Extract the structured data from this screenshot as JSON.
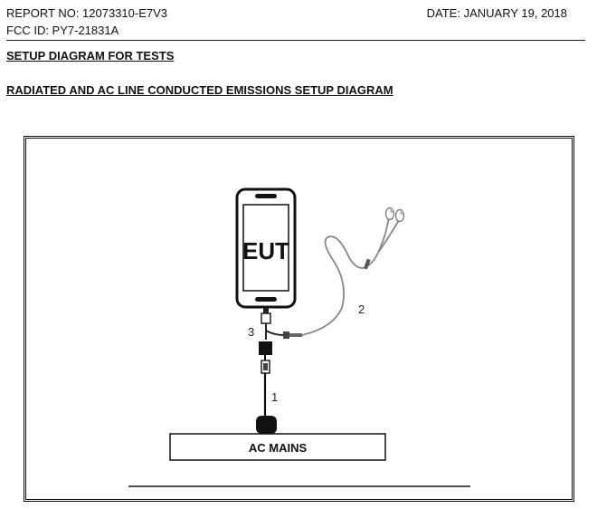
{
  "header": {
    "report_no": "REPORT NO: 12073310-E7V3",
    "fcc_id": "FCC ID: PY7-21831A",
    "date": "DATE:  JANUARY 19, 2018"
  },
  "section": {
    "title": "SETUP DIAGRAM FOR TESTS",
    "subtitle": "RADIATED AND AC LINE CONDUCTED EMISSIONS SETUP DIAGRAM"
  },
  "diagram": {
    "eut_label": "EUT",
    "ac_mains_label": "AC MAINS",
    "cable_labels": {
      "power_cable": "1",
      "headset_cable": "2",
      "adapter_cable": "3"
    }
  }
}
